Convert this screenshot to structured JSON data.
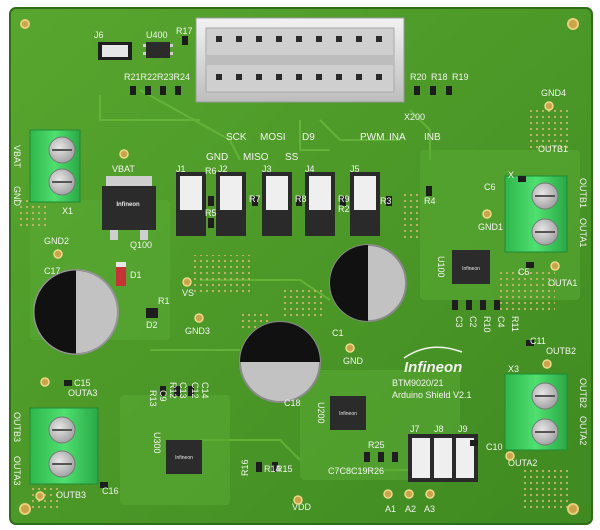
{
  "colors": {
    "board": "#4f9a2a",
    "board_dark": "#3f8720",
    "trace": "#5fae35",
    "silk": "#f4f4f0",
    "pad": "#c9c9c9",
    "terminal": "#3dcf5d",
    "connector": "#dcdcdc",
    "ic": "#2b2b2b",
    "cap_body": "#cfcfcf",
    "cap_mark": "#111111"
  },
  "labels": {
    "j6": "J6",
    "u400": "U400",
    "r17": "R17",
    "r21_24": "R21R22R23R24",
    "r20": "R20",
    "r18": "R18",
    "r19": "R19",
    "x200": "X200",
    "gnd4": "GND4",
    "sck": "SCK",
    "mosi": "MOSI",
    "d9": "D9",
    "pwm": "PWM",
    "ina": "INA",
    "inb": "INB",
    "gnd_top": "GND",
    "miso": "MISO",
    "ss": "SS",
    "vbat_left": "VBAT",
    "gnd_left": "GND",
    "vbat": "VBAT",
    "x1": "X1",
    "gnd2": "GND2",
    "c17": "C17",
    "q100": "Q100",
    "d1": "D1",
    "r1": "R1",
    "d2": "D2",
    "vs": "VS",
    "gnd3": "GND3",
    "j1": "J1",
    "j2": "J2",
    "j3": "J3",
    "j4": "J4",
    "j5": "J5",
    "r6": "R6",
    "r5": "R5",
    "r7": "R7",
    "r8": "R8",
    "r9": "R9",
    "r2": "R2",
    "r3": "R3",
    "r4": "R4",
    "outb1": "OUTB1",
    "outb1_side": "OUTB1",
    "outa1_side": "OUTA1",
    "x_top": "X",
    "c6": "C6",
    "gnd1": "GND1",
    "u100": "U100",
    "c5": "C5",
    "outa1": "OUTA1",
    "c3": "C3",
    "c2": "C2",
    "r10": "R10",
    "c4": "C4",
    "r11": "R11",
    "c1": "C1",
    "gnd": "GND",
    "c11": "C11",
    "outb2": "OUTB2",
    "x3": "X3",
    "outb2_side": "OUTB2",
    "outa2_side": "OUTA2",
    "c10": "C10",
    "outa2": "OUTA2",
    "logo": "Infineon",
    "ic_logo": "Infineon",
    "title1": "BTM9020/21",
    "title2": "Arduino Shield V2.1",
    "c18": "C18",
    "u200": "U200",
    "r25": "R25",
    "c7c8c19r26": "C7C8C19R26",
    "j7": "J7",
    "j8": "J8",
    "j9": "J9",
    "a1": "A1",
    "a2": "A2",
    "a3": "A3",
    "c15": "C15",
    "outa3": "OUTA3",
    "r13": "R13",
    "c9": "C9",
    "r12": "R12",
    "c13": "C13",
    "c12": "C12",
    "c14": "C14",
    "u300": "U300",
    "outb3_left": "OUTB3",
    "outa3_left": "OUTA3",
    "c16": "C16",
    "outb3": "OUTB3",
    "r16": "R16",
    "r14": "R14",
    "r15": "R15",
    "vdd": "VDD"
  }
}
